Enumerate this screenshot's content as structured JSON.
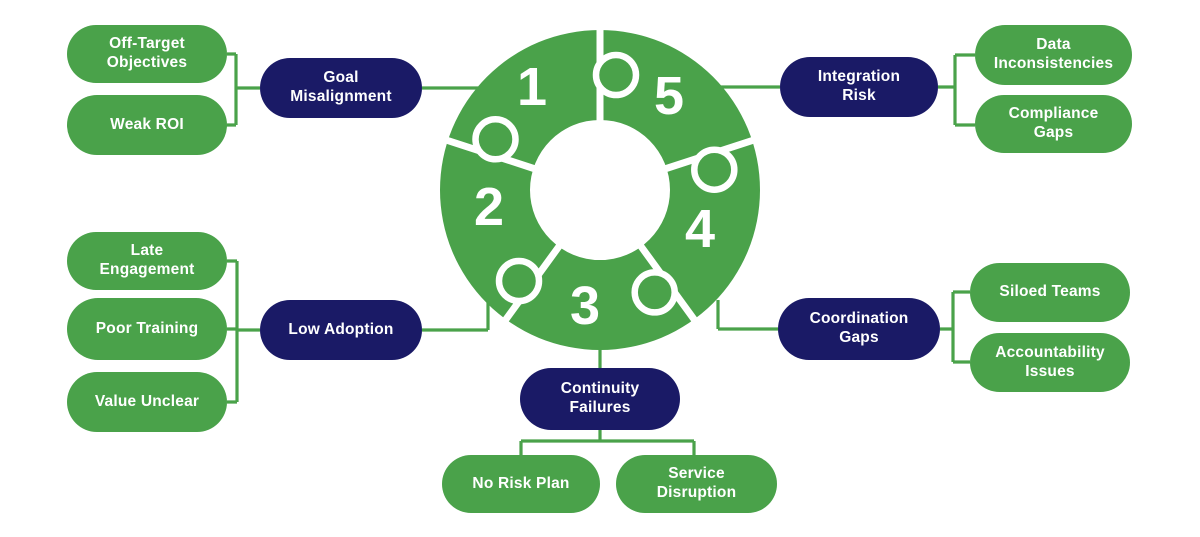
{
  "colors": {
    "green": "#4aa24a",
    "navy": "#1a1a66",
    "text_on_pills": "#ffffff",
    "background": "#ffffff"
  },
  "center": {
    "type": "puzzle-donut",
    "segments": [
      {
        "number": "1"
      },
      {
        "number": "2"
      },
      {
        "number": "3"
      },
      {
        "number": "4"
      },
      {
        "number": "5"
      }
    ]
  },
  "branches": {
    "goal_misalignment": {
      "label": "Goal\nMisalignment",
      "items": {
        "off_target": "Off-Target\nObjectives",
        "weak_roi": "Weak ROI"
      }
    },
    "integration_risk": {
      "label": "Integration\nRisk",
      "items": {
        "data_inconsistencies": "Data\nInconsistencies",
        "compliance_gaps": "Compliance\nGaps"
      }
    },
    "low_adoption": {
      "label": "Low Adoption",
      "items": {
        "late_engagement": "Late\nEngagement",
        "poor_training": "Poor Training",
        "value_unclear": "Value Unclear"
      }
    },
    "coordination_gaps": {
      "label": "Coordination\nGaps",
      "items": {
        "siloed_teams": "Siloed Teams",
        "accountability_issues": "Accountability\nIssues"
      }
    },
    "continuity_failures": {
      "label": "Continuity\nFailures",
      "items": {
        "no_risk_plan": "No Risk Plan",
        "service_disruption": "Service\nDisruption"
      }
    }
  }
}
